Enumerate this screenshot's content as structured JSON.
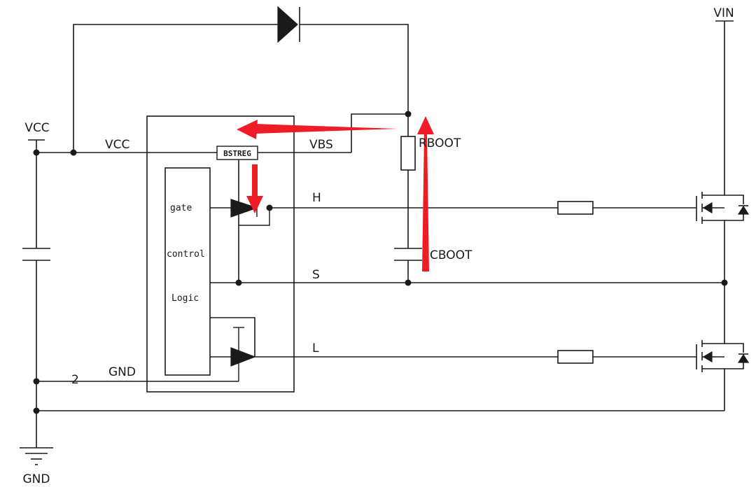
{
  "labels": {
    "vin": "VIN",
    "vcc_supply": "VCC",
    "vcc_net": "VCC",
    "vbs": "VBS",
    "bstreg": "BSTREG",
    "rboot": "RBOOT",
    "cboot": "CBOOT",
    "h": "H",
    "s": "S",
    "l": "L",
    "gnd_net": "GND",
    "gnd_ground": "GND",
    "pin2": "2",
    "gate": "gate",
    "control": "control",
    "logic": "Logic"
  },
  "colors": {
    "wire": "#1a1a1a",
    "arrow": "#ee1c24"
  }
}
